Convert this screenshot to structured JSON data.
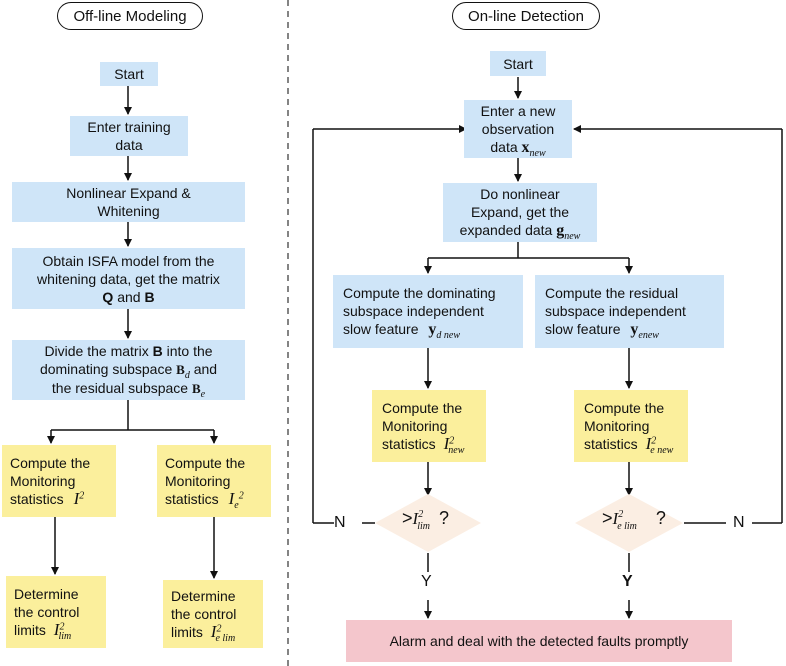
{
  "titles": {
    "offline": "Off-line Modeling",
    "online": "On-line Detection"
  },
  "offline": {
    "start": "Start",
    "enter_training": "Enter training data",
    "expand_whiten": "Nonlinear Expand & Whitening",
    "obtain_l1": "Obtain ISFA model from the",
    "obtain_l2": "whitening data, get the matrix",
    "obtain_Q": "Q",
    "obtain_and": "and",
    "obtain_B": "B",
    "divide_l1_pre": "Divide the matrix",
    "divide_B": "B",
    "divide_l1_post": "into the",
    "divide_l2": "dominating subspace",
    "divide_Bd": "B",
    "divide_Bd_sub": "d",
    "divide_and": "and",
    "divide_l3": "the residual subspace",
    "divide_Be": "B",
    "divide_Be_sub": "e",
    "compute_l1": "Compute the",
    "compute_l2": "Monitoring",
    "compute_l3": "statistics",
    "stat_I": "I",
    "stat_sup": "2",
    "stat_e_sub": "e",
    "determine_l1": "Determine",
    "determine_l2": "the control",
    "determine_l3": "limits",
    "lim_sub": "lim",
    "elim_sub": "e lim"
  },
  "online": {
    "start": "Start",
    "enter_l1": "Enter a new",
    "enter_l2": "observation",
    "enter_l3": "data",
    "x_sym": "x",
    "new_sub": "new",
    "do_l1": "Do nonlinear",
    "do_l2": "Expand, get the",
    "do_l3": "expanded data",
    "g_sym": "g",
    "dom_l1": "Compute the dominating",
    "dom_l2": "subspace independent",
    "dom_l3": "slow feature",
    "y_sym": "y",
    "ydnew_sub": "d new",
    "res_l1": "Compute the residual",
    "res_l2": "subspace independent",
    "res_l3": "slow feature",
    "yenew_sub": "enew",
    "compute_l1": "Compute the",
    "compute_l2": "Monitoring",
    "compute_l3": "statistics",
    "I_sym": "I",
    "sup2": "2",
    "enew_sub": "e new",
    "gt": ">",
    "lim_sub": "lim",
    "elim_sub": "e lim",
    "q": "?",
    "no": "N",
    "yes": "Y",
    "alarm": "Alarm and deal with the detected faults promptly"
  }
}
